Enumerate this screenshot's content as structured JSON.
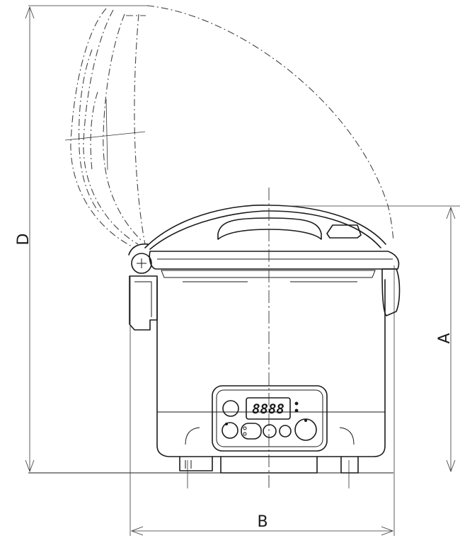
{
  "dimensions": {
    "height_label": "A",
    "width_label": "B",
    "open_height_label": "D"
  },
  "display": {
    "readout": "8888"
  }
}
